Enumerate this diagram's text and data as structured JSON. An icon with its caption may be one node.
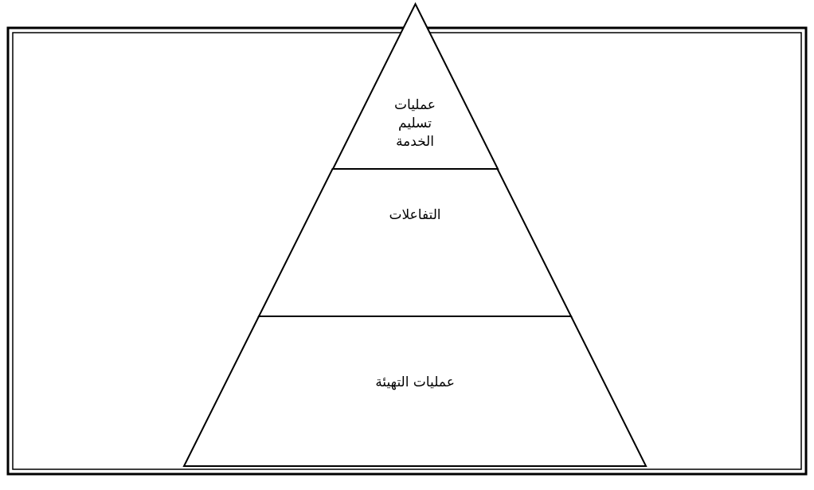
{
  "diagram": {
    "nodes": [
      {
        "text": [
          "عمليات تسليم الخدمة"
        ]
      },
      {
        "text": [
          "التفاعلات"
        ]
      },
      {
        "text": [
          "عمليات التهيئة"
        ]
      }
    ]
  }
}
